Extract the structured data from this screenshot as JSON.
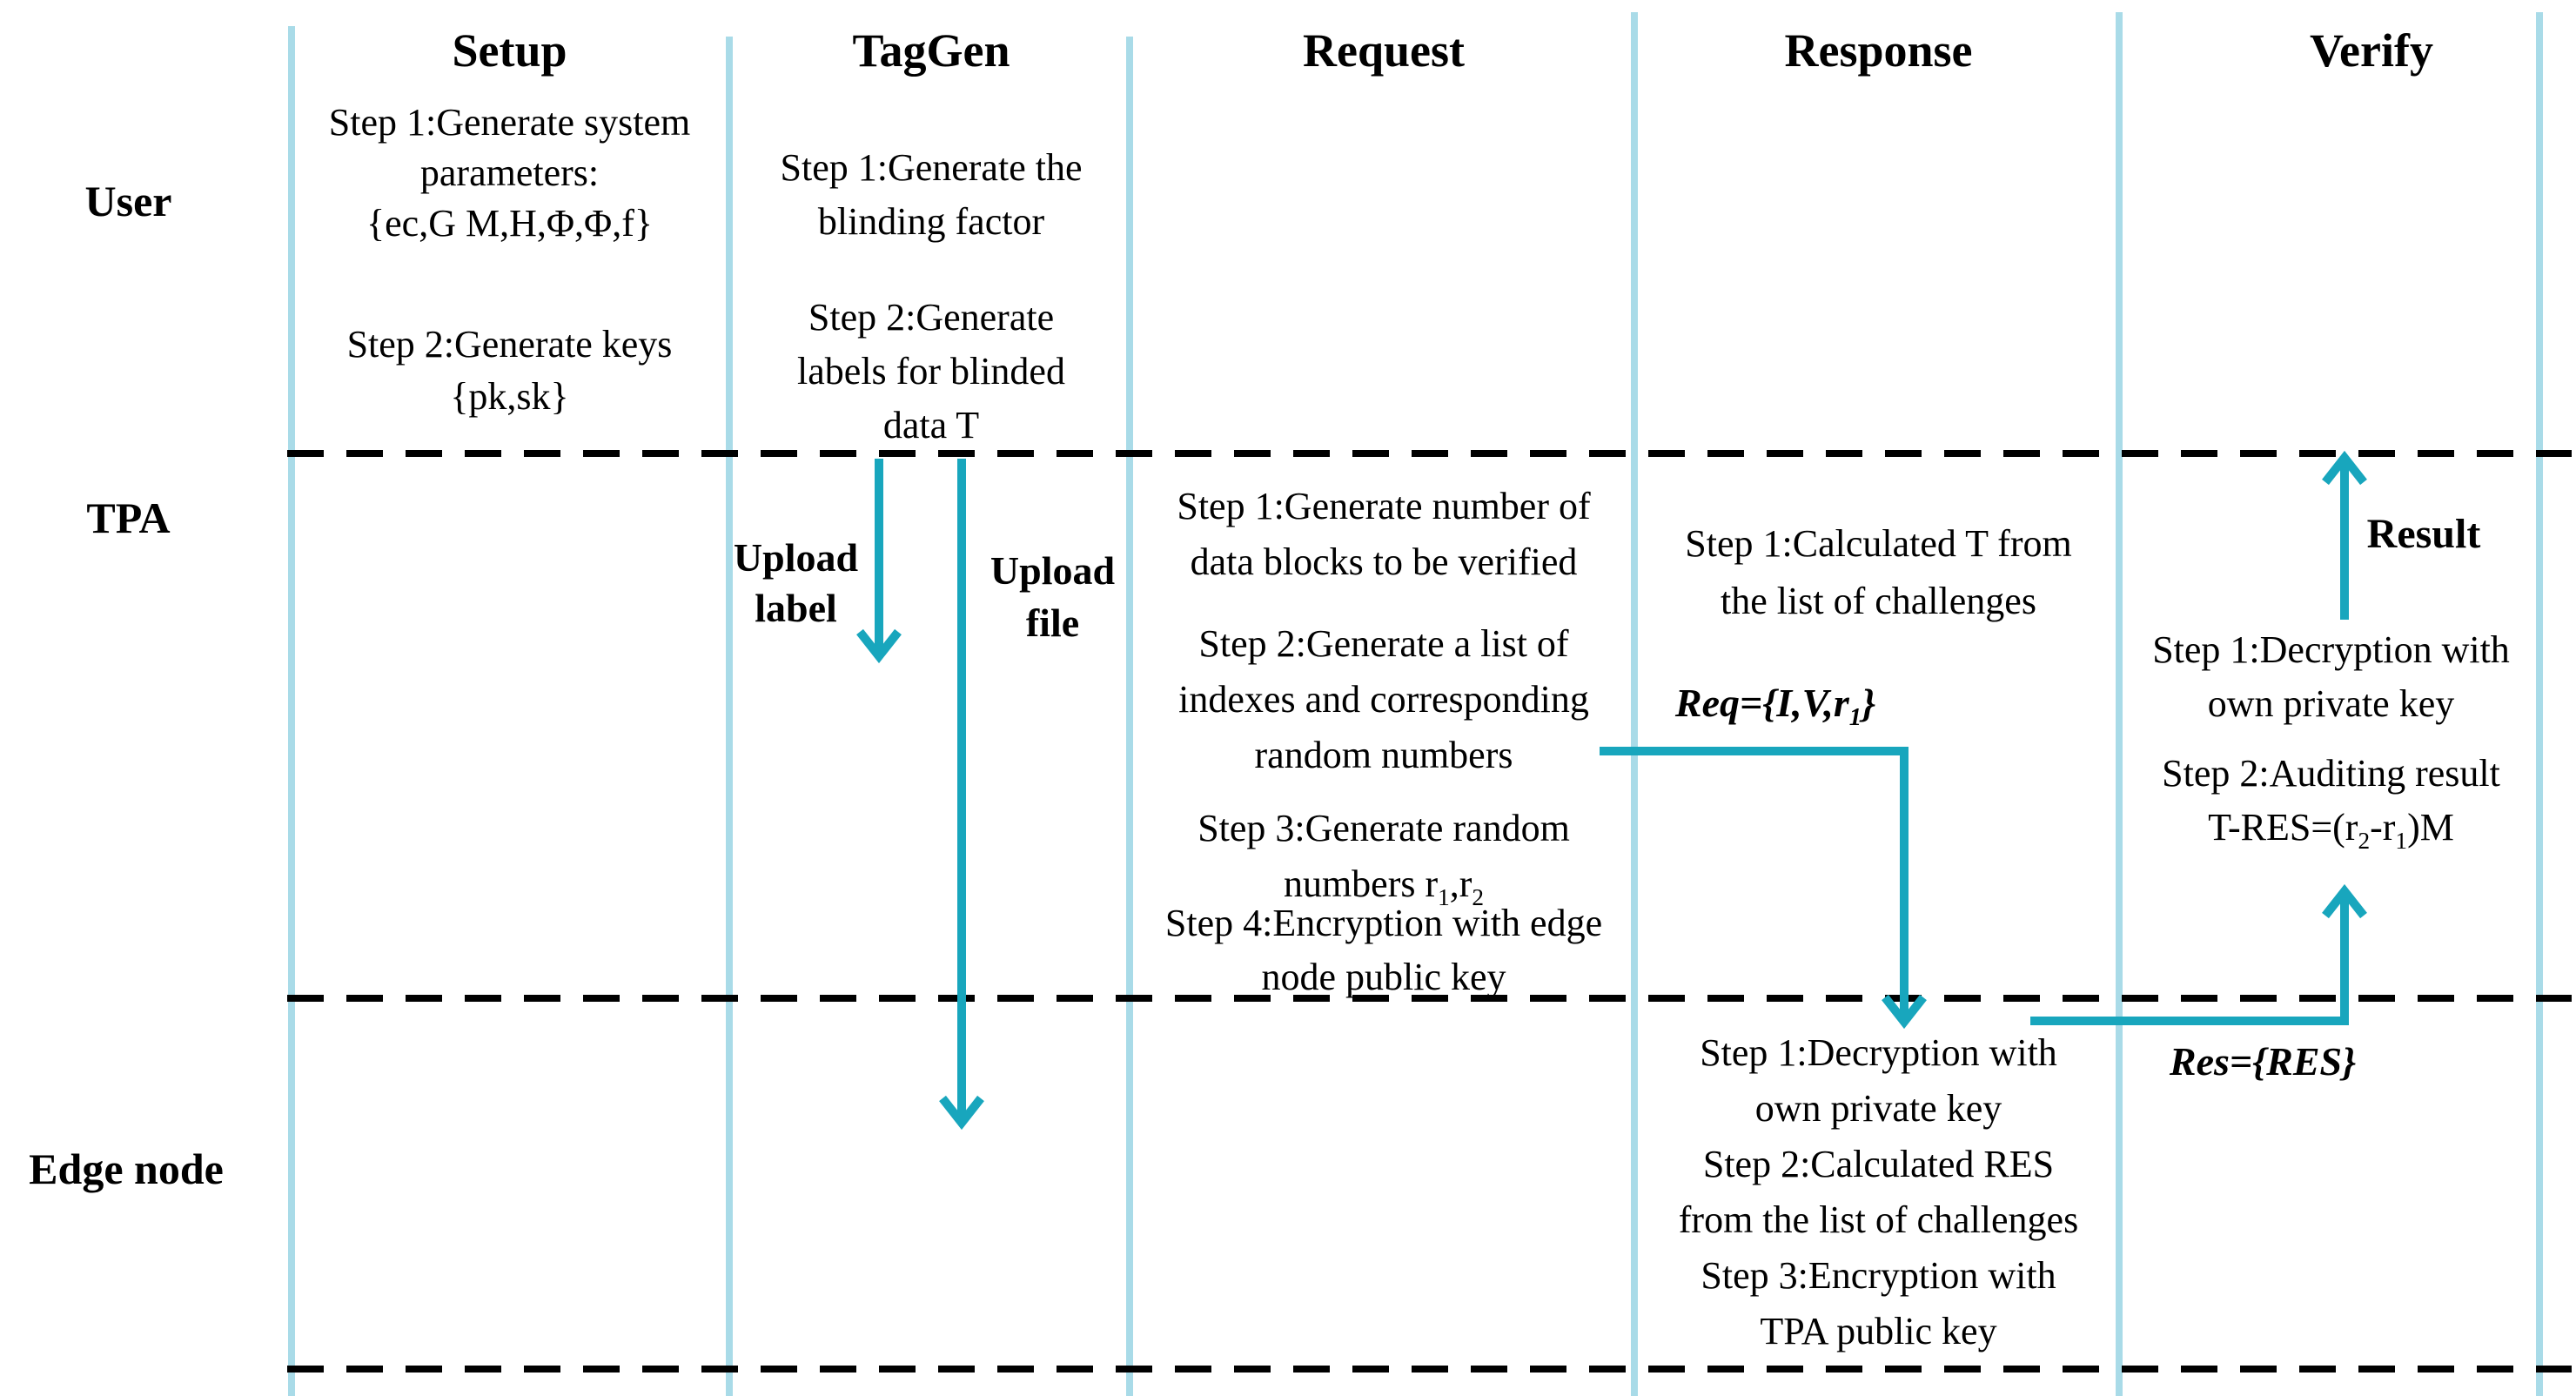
{
  "colors": {
    "lane_line": "#a9dbe8",
    "arrow": "#18a6bd",
    "dash": "#000000",
    "text": "#000000",
    "background": "#ffffff"
  },
  "lanes": {
    "user": "User",
    "tpa": "TPA",
    "edge": "Edge node"
  },
  "phases": {
    "setup": "Setup",
    "taggen": "TagGen",
    "request": "Request",
    "response": "Response",
    "verify": "Verify"
  },
  "setup": {
    "step1": [
      "Step 1:Generate system",
      "parameters:",
      "{ec,G M,H,Φ,Φ,f}"
    ],
    "step2": [
      "Step 2:Generate keys",
      "{pk,sk}"
    ]
  },
  "taggen": {
    "step1": [
      "Step 1:Generate the",
      "blinding factor"
    ],
    "step2": [
      "Step 2:Generate",
      "labels for blinded",
      "data T"
    ],
    "upload_label": [
      "Upload",
      "label"
    ],
    "upload_file": [
      "Upload",
      "file"
    ]
  },
  "request": {
    "step1": [
      "Step 1:Generate number of",
      "data blocks to be verified"
    ],
    "step2": [
      "Step 2:Generate a list of",
      "indexes and corresponding",
      "random numbers"
    ],
    "step3_line1": "Step 3:Generate random",
    "step3_parts": [
      "numbers r",
      "1",
      ",r",
      "2"
    ],
    "step4": [
      "Step 4:Encryption with edge",
      "node public key"
    ]
  },
  "response": {
    "tpa_step1": [
      "Step 1:Calculated T from",
      "the list of challenges"
    ],
    "req_parts": [
      "Req={I,V,r",
      "1",
      "}"
    ],
    "edge_steps": [
      "Step 1:Decryption with",
      "own private key",
      "Step 2:Calculated RES",
      "from the list of challenges",
      "Step 3:Encryption with",
      "TPA public key"
    ]
  },
  "verify": {
    "result": "Result",
    "step1": [
      "Step 1:Decryption with",
      "own private key"
    ],
    "step2_line1": "Step 2:Auditing result",
    "step2_parts": [
      "T-RES=(r",
      "2",
      "-r",
      "1",
      ")M"
    ],
    "res_label": "Res={RES}"
  }
}
